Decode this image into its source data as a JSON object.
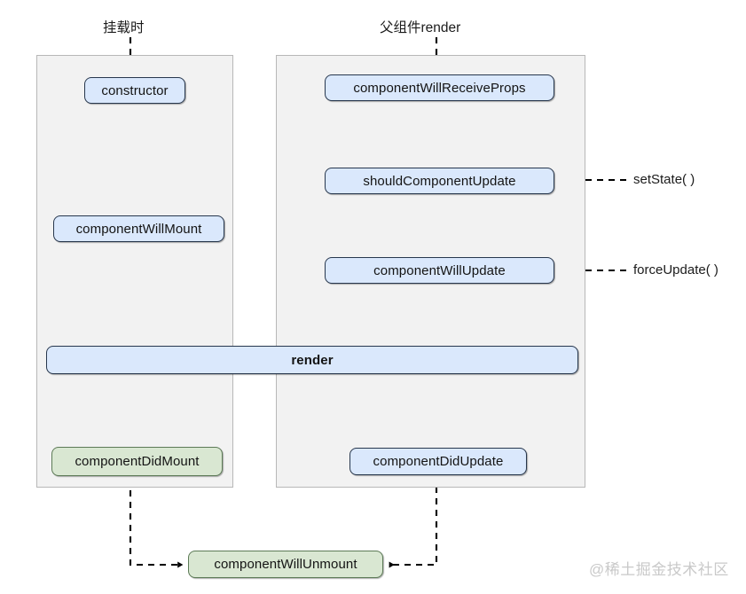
{
  "diagram": {
    "title_mount": "挂载时",
    "title_parent_render": "父组件render",
    "watermark": "@稀土掘金技术社区",
    "colors": {
      "blue_fill": "#dae8fc",
      "blue_stroke": "#27374d",
      "green_fill": "#d9e7d2",
      "green_stroke": "#5c7a56",
      "panel_fill": "#f2f2f2",
      "panel_stroke": "#b8b8b8",
      "edge_stroke": "#000000",
      "watermark_color": "#c9c9c9"
    },
    "mount_column": {
      "constructor": "constructor",
      "component_will_mount": "componentWillMount",
      "component_did_mount": "componentDidMount"
    },
    "update_column": {
      "component_will_receive_props": "componentWillReceiveProps",
      "should_component_update": "shouldComponentUpdate",
      "component_will_update": "componentWillUpdate",
      "component_did_update": "componentDidUpdate"
    },
    "shared": {
      "render": "render",
      "component_will_unmount": "componentWillUnmount"
    },
    "triggers": {
      "set_state": "setState( )",
      "force_update": "forceUpdate( )"
    }
  }
}
